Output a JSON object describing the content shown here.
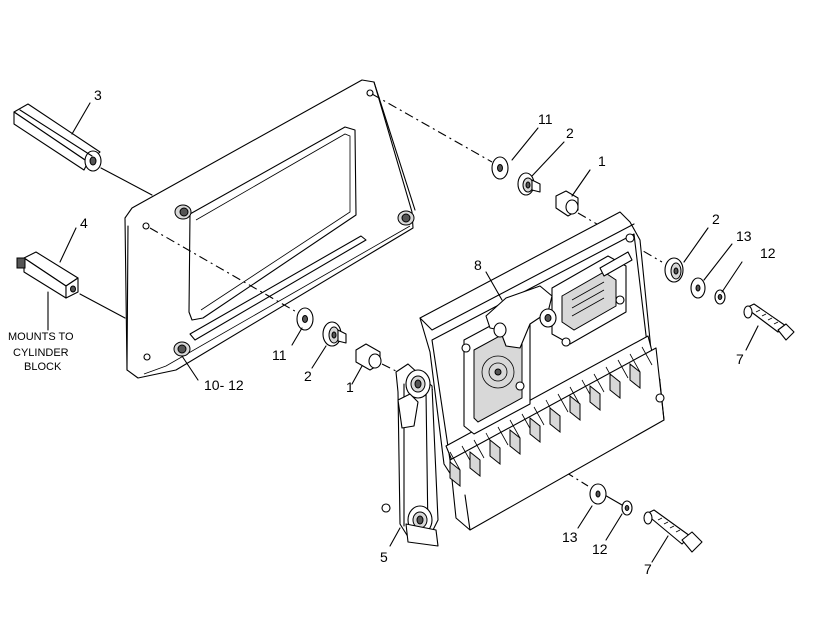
{
  "callouts": {
    "c3": "3",
    "c4": "4",
    "c11a": "11",
    "c2a": "2",
    "c1a": "1",
    "c2b": "2",
    "c13a": "13",
    "c12a": "12",
    "c8": "8",
    "c11b": "11",
    "c2c": "2",
    "c1b": "1",
    "c10_12": "10- 12",
    "c7a": "7",
    "c5": "5",
    "c13b": "13",
    "c12b": "12",
    "c7b": "7"
  },
  "note": {
    "line1": "MOUNTS TO",
    "line2": "CYLINDER",
    "line3": "BLOCK"
  },
  "colors": {
    "ink": "#000000",
    "paper": "#ffffff",
    "shade": "#d8d8d8"
  }
}
